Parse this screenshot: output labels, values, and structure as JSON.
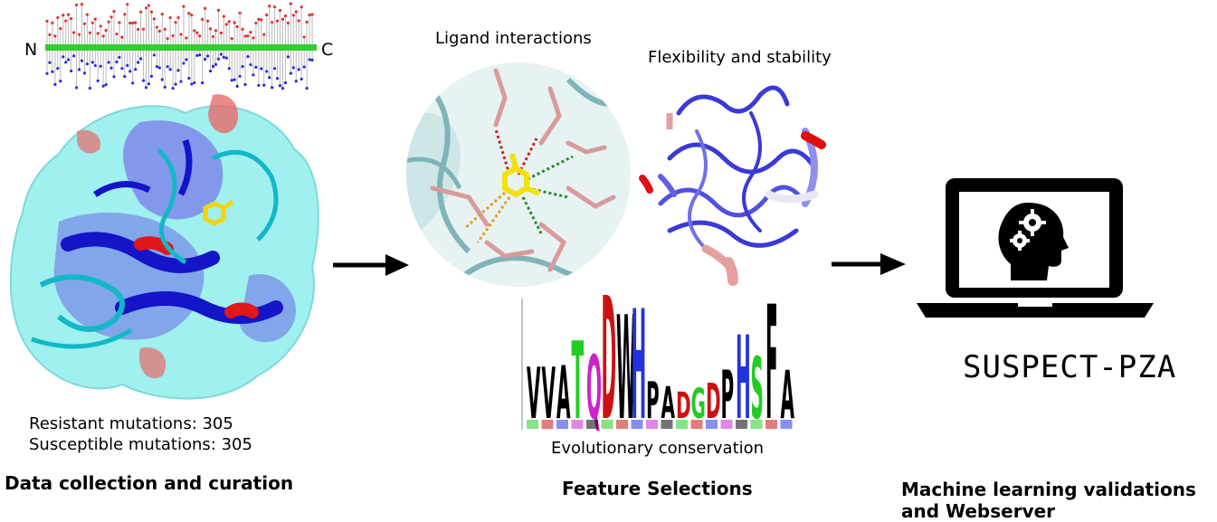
{
  "panel1": {
    "n_label": "N",
    "c_label": "C",
    "resistant": "Resistant mutations: 305",
    "susceptible": "Susceptible mutations: 305",
    "caption": "Data collection and curation"
  },
  "panel2": {
    "ligand_label": "Ligand interactions",
    "flex_label": "Flexibility and stability",
    "evo_label": "Evolutionary conservation",
    "caption": "Feature Selections"
  },
  "panel3": {
    "brand": "SUSPECT-PZA",
    "caption_line1": "Machine learning validations",
    "caption_line2": "and Webserver"
  },
  "logo": {
    "letters": [
      "V",
      "V",
      "A",
      "T",
      "Q",
      "D",
      "W",
      "H",
      "P",
      "A",
      "D",
      "G",
      "D",
      "P",
      "H",
      "S",
      "F",
      "A"
    ],
    "colors": [
      "#000000",
      "#000000",
      "#000000",
      "#22cc22",
      "#cc22cc",
      "#cc1111",
      "#000000",
      "#2233dd",
      "#000000",
      "#000000",
      "#cc1111",
      "#22cc22",
      "#cc1111",
      "#000000",
      "#2233dd",
      "#22cc22",
      "#000000",
      "#000000"
    ]
  },
  "colors": {
    "red": "#e03030",
    "blue": "#2a2ad8",
    "green": "#33cc33",
    "cyan": "#4fd8d8",
    "surface": "#9ff0ee"
  }
}
